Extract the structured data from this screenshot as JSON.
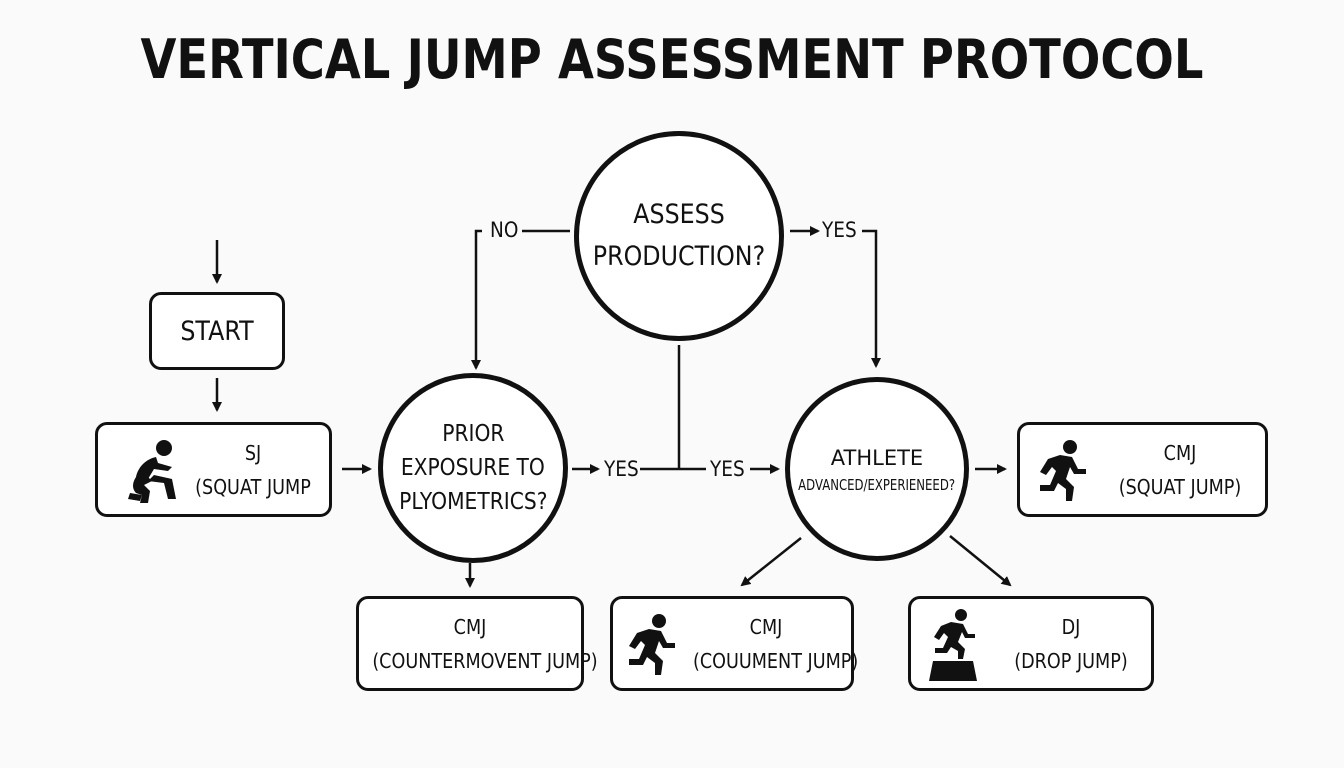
{
  "title": "VERTICAL JUMP ASSESSMENT PROTOCOL",
  "nodes": {
    "start": {
      "label": "START"
    },
    "sj": {
      "line1": "SJ",
      "line2": "(SQUAT JUMP"
    },
    "assess": {
      "line1": "ASSESS",
      "line2": "PRODUCTION?"
    },
    "prior": {
      "line1": "PRIOR",
      "line2": "EXPOSURE TO",
      "line3": "PLYOMETRICS?"
    },
    "athlete": {
      "line1": "ATHLETE",
      "line2": "ADVANCED/EXPERIENEED?"
    },
    "cmj_right": {
      "line1": "CMJ",
      "line2": "(SQUAT JUMP)"
    },
    "cmj_bottom_left": {
      "line1": "CMJ",
      "line2": "(COUNTERMOVENT JUMP)"
    },
    "cmj_bottom_mid": {
      "line1": "CMJ",
      "line2": "(COUUMENT JUMP)"
    },
    "dj": {
      "line1": "DJ",
      "line2": "(DROP JUMP)"
    }
  },
  "edge_labels": {
    "no": "NO",
    "yes_top": "YES",
    "yes_left": "YES",
    "yes_right": "YES"
  },
  "icons": {
    "sj": "squatting-person-icon",
    "cmj_right": "running-person-icon",
    "cmj_bottom_mid": "running-person-icon",
    "dj": "person-jumping-box-icon"
  }
}
